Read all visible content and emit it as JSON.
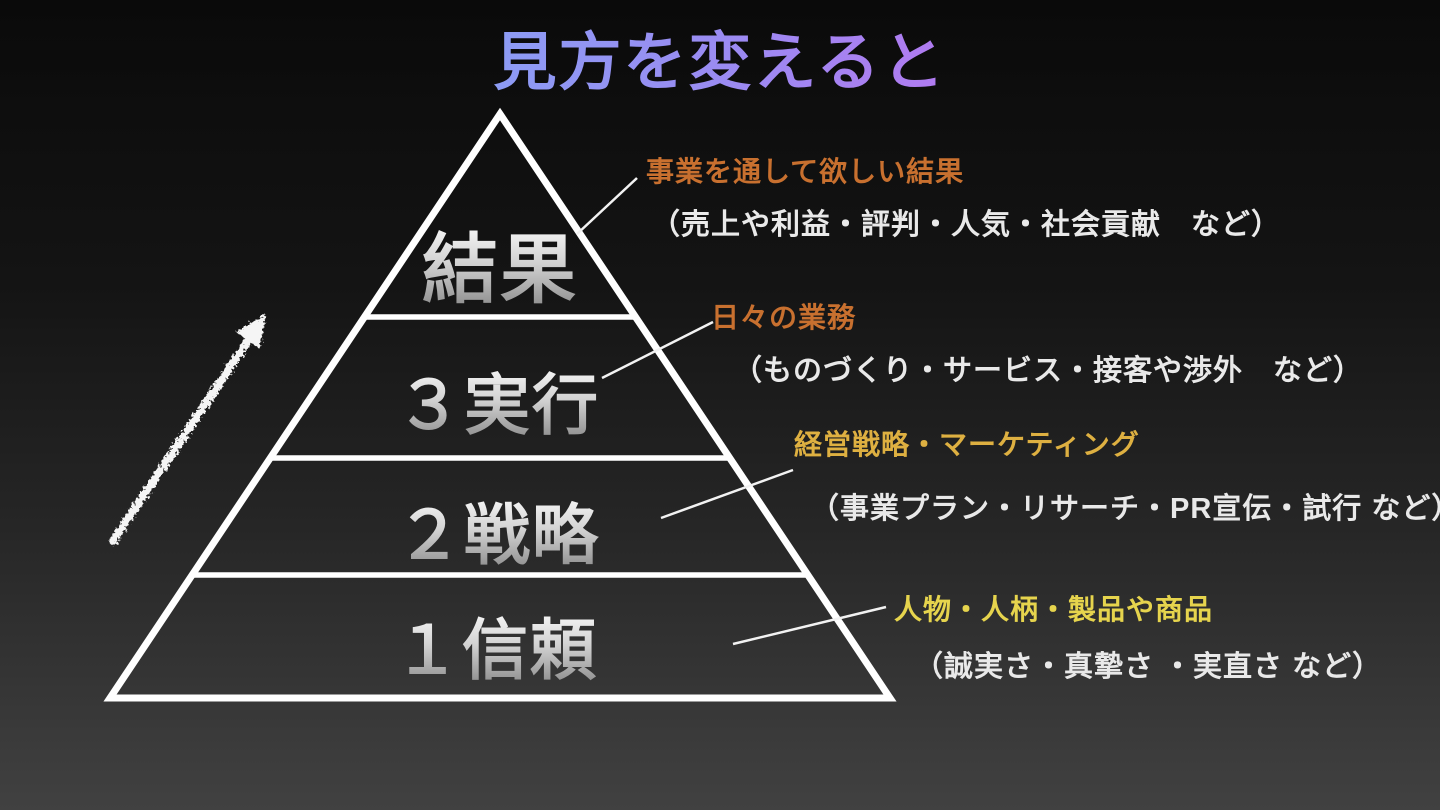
{
  "title": {
    "text": "見方を変えると",
    "gradient_colors": [
      "#6fc0f8",
      "#9a8bf2",
      "#e358ee"
    ]
  },
  "pyramid": {
    "levels": [
      {
        "label": "結果",
        "annotation_heading": "事業を通して欲しい結果",
        "annotation_heading_color": "#c8702f",
        "annotation_detail": "（売上や利益・評判・人気・社会貢献　など）"
      },
      {
        "label": "３実行",
        "annotation_heading": "日々の業務",
        "annotation_heading_color": "#c8702f",
        "annotation_detail": "（ものづくり・サービス・接客や渉外　など）"
      },
      {
        "label": "２戦略",
        "annotation_heading": "経営戦略・マーケティング",
        "annotation_heading_color": "#deb041",
        "annotation_detail": "（事業プラン・リサーチ・PR宣伝・試行 など）"
      },
      {
        "label": "１信頼",
        "annotation_heading": "人物・人柄・製品や商品",
        "annotation_heading_color": "#e6d44d",
        "annotation_detail": "（誠実さ・真摯さ ・実直さ など）"
      }
    ]
  },
  "icons": {
    "growth_arrow": "chalk-arrow-up-right-icon"
  },
  "colors": {
    "background_top": "#0a0a0a",
    "background_bottom": "#414141",
    "line": "#ffffff",
    "detail_text": "#e9e9e9",
    "level_text_top": "#ffffff",
    "level_text_bottom": "#7e7e7e"
  }
}
